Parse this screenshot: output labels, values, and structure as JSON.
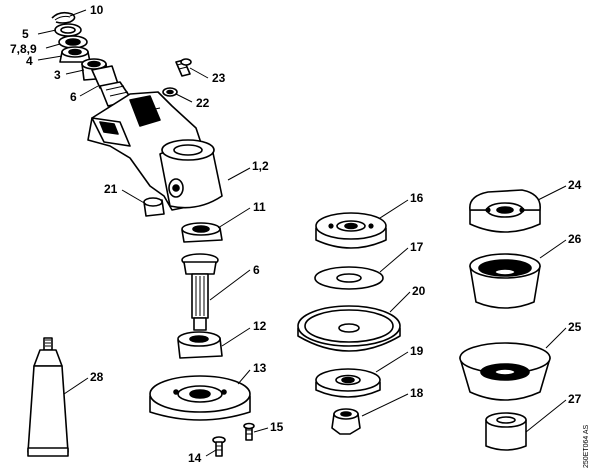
{
  "diagram": {
    "doc_ref": "250ET064 AS",
    "callouts": {
      "c10": "10",
      "c5": "5",
      "c789": "7,8,9",
      "c4": "4",
      "c3": "3",
      "c6a": "6",
      "c23": "23",
      "c22": "22",
      "c12h": "1,2",
      "c21": "21",
      "c11": "11",
      "c6b": "6",
      "c12": "12",
      "c13": "13",
      "c14": "14",
      "c15": "15",
      "c28": "28",
      "c16": "16",
      "c17": "17",
      "c20": "20",
      "c19": "19",
      "c18": "18",
      "c24": "24",
      "c26": "26",
      "c25": "25",
      "c27": "27"
    }
  }
}
